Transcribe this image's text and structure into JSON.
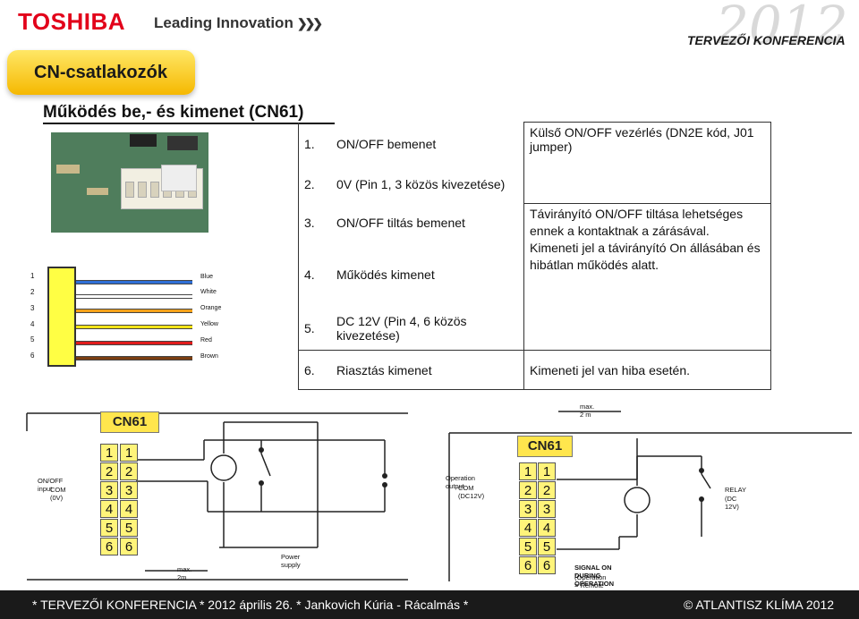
{
  "header": {
    "brand": "TOSHIBA",
    "tagline": "Leading Innovation",
    "year": "2012",
    "conference": "TERVEZŐI KONFERENCIA"
  },
  "slide": {
    "title": "CN-csatlakozók",
    "subtitle": "Működés be,- és kimenet (CN61)"
  },
  "wires": {
    "numbers": [
      "1",
      "2",
      "3",
      "4",
      "5",
      "6"
    ],
    "labels": [
      "Blue",
      "White",
      "Orange",
      "Yellow",
      "Red",
      "Brown"
    ],
    "colors": [
      "#2f6fd6",
      "#ffffff",
      "#f5a21a",
      "#f2e318",
      "#e01c1c",
      "#7b3e12"
    ]
  },
  "table": {
    "rows": [
      {
        "num": "1.",
        "text": "ON/OFF bemenet"
      },
      {
        "num": "2.",
        "text": "0V (Pin 1, 3 közös kivezetése)"
      },
      {
        "num": "3.",
        "text": "ON/OFF tiltás bemenet"
      },
      {
        "num": "4.",
        "text": "Működés kimenet"
      },
      {
        "num": "5.",
        "text": "DC 12V (Pin 4, 6 közös kivezetése)"
      }
    ],
    "right_1": "Külső ON/OFF vezérlés (DN2E kód, J01 jumper)",
    "right_2": "Távirányító ON/OFF tiltása lehetséges ennek a kontaktnak a zárásával.",
    "right_3": "Kimeneti jel a távirányító On állásában és hibátlan működés alatt.",
    "last_num": "6.",
    "last_text": "Riasztás kimenet",
    "last_right": "Kimeneti jel van hiba esetén."
  },
  "diagram1": {
    "header": "CN61",
    "pins": [
      "1",
      "2",
      "3",
      "4",
      "5",
      "6"
    ],
    "label_input": "ON/OFF input",
    "label_com": "COM (0V)",
    "label_power": "Power supply",
    "label_max": "max. 2m"
  },
  "diagram2": {
    "header": "CN61",
    "pins": [
      "1",
      "2",
      "3",
      "4",
      "5",
      "6"
    ],
    "label_max": "max. 2 m",
    "label_output": "Operation output",
    "label_com": "COM (DC12V)",
    "label_relay": "RELAY",
    "label_relay_v": "(DC 12V)",
    "label_signal": "SIGNAL ON DURING OPERATION",
    "label_signal_sub": "(Operation = Remote contoller ON & No alarm)"
  },
  "footer": {
    "left": "* TERVEZŐI KONFERENCIA * 2012 április 26. * Jankovich Kúria - Rácalmás *",
    "right": "© ATLANTISZ KLÍMA 2012"
  }
}
